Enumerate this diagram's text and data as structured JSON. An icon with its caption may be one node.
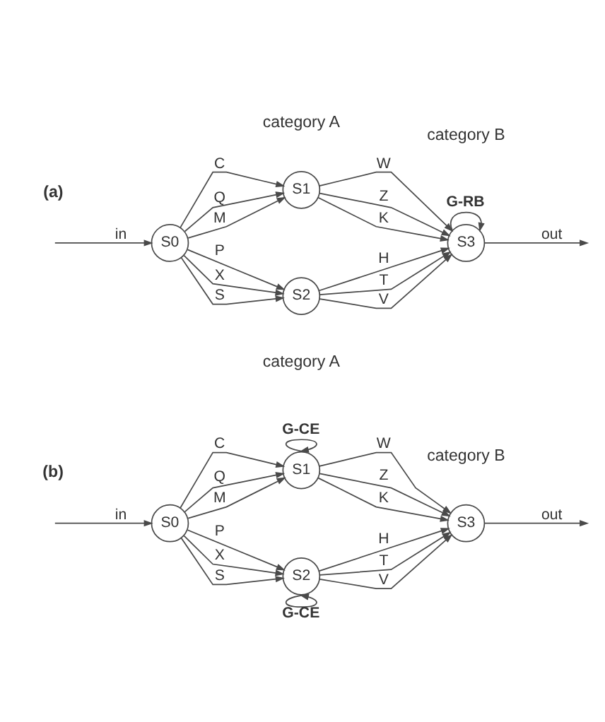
{
  "diagram": {
    "nodes": [
      {
        "text": [
          "S0"
        ]
      },
      {
        "text": [
          "S1"
        ]
      },
      {
        "text": [
          "S2"
        ]
      },
      {
        "text": [
          "S3"
        ]
      },
      {
        "text": [
          "S0"
        ]
      },
      {
        "text": [
          "S1"
        ]
      },
      {
        "text": [
          "S2"
        ]
      },
      {
        "text": [
          "S3"
        ]
      }
    ],
    "edges": [
      {
        "from": null,
        "to": 0,
        "arrow": "to",
        "label": "in"
      },
      {
        "from": 0,
        "to": 1,
        "arrow": "to",
        "label": "C"
      },
      {
        "from": 0,
        "to": 1,
        "arrow": "to",
        "label": "Q"
      },
      {
        "from": 0,
        "to": 1,
        "arrow": "to",
        "label": "M"
      },
      {
        "from": 0,
        "to": 2,
        "arrow": "to",
        "label": "P"
      },
      {
        "from": 0,
        "to": 2,
        "arrow": "to",
        "label": "X"
      },
      {
        "from": 0,
        "to": 2,
        "arrow": "to",
        "label": "S"
      },
      {
        "from": 1,
        "to": 3,
        "arrow": "to",
        "label": "W"
      },
      {
        "from": 1,
        "to": 3,
        "arrow": "to",
        "label": "Z"
      },
      {
        "from": 1,
        "to": 3,
        "arrow": "to",
        "label": "K"
      },
      {
        "from": 2,
        "to": 3,
        "arrow": "to",
        "label": "H"
      },
      {
        "from": 2,
        "to": 3,
        "arrow": "to",
        "label": "T"
      },
      {
        "from": 2,
        "to": 3,
        "arrow": "to",
        "label": "V"
      },
      {
        "from": 3,
        "to": 3,
        "arrow": "to",
        "label": "G-RB"
      },
      {
        "from": 3,
        "to": null,
        "arrow": "to",
        "label": "out"
      },
      {
        "from": null,
        "to": 4,
        "arrow": "to",
        "label": "in"
      },
      {
        "from": 4,
        "to": 5,
        "arrow": "to",
        "label": "C"
      },
      {
        "from": 4,
        "to": 5,
        "arrow": "to",
        "label": "Q"
      },
      {
        "from": 4,
        "to": 5,
        "arrow": "to",
        "label": "M"
      },
      {
        "from": 4,
        "to": 6,
        "arrow": "to",
        "label": "P"
      },
      {
        "from": 4,
        "to": 6,
        "arrow": "to",
        "label": "X"
      },
      {
        "from": 4,
        "to": 6,
        "arrow": "to",
        "label": "S"
      },
      {
        "from": 5,
        "to": 7,
        "arrow": "to",
        "label": "W"
      },
      {
        "from": 5,
        "to": 7,
        "arrow": "to",
        "label": "Z"
      },
      {
        "from": 5,
        "to": 7,
        "arrow": "to",
        "label": "K"
      },
      {
        "from": 6,
        "to": 7,
        "arrow": "to",
        "label": "H"
      },
      {
        "from": 6,
        "to": 7,
        "arrow": "to",
        "label": "T"
      },
      {
        "from": 6,
        "to": 7,
        "arrow": "to",
        "label": "V"
      },
      {
        "from": 5,
        "to": 5,
        "arrow": "to",
        "label": "G-CE"
      },
      {
        "from": 6,
        "to": 6,
        "arrow": "to",
        "label": "G-CE"
      },
      {
        "from": 7,
        "to": null,
        "arrow": "to",
        "label": "out"
      }
    ],
    "labels": [
      "(a)",
      "category A",
      "category B",
      "(b)",
      "category A",
      "category B"
    ]
  }
}
